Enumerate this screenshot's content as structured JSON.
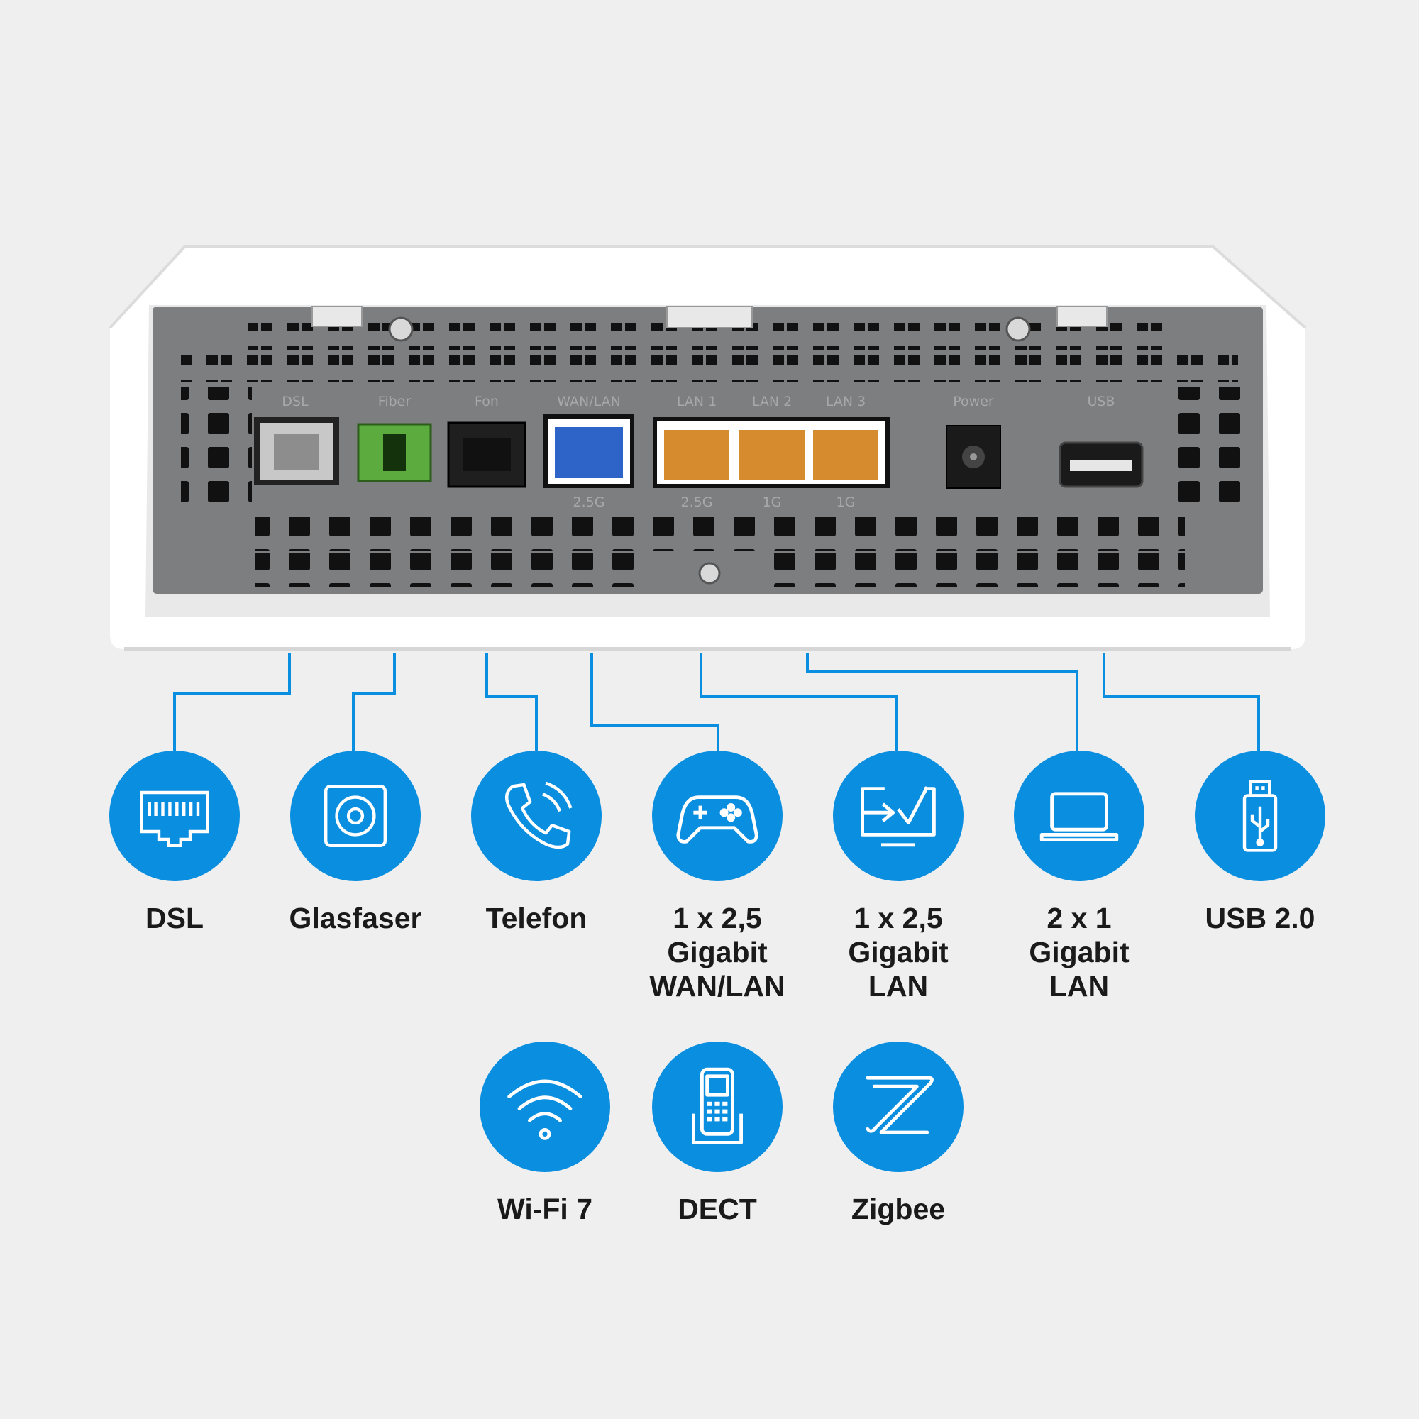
{
  "device": {
    "port_labels": [
      "DSL",
      "Fiber",
      "Fon",
      "WAN/LAN",
      "LAN 1",
      "LAN 2",
      "LAN 3",
      "Power",
      "USB"
    ],
    "speed_labels": [
      "2.5G",
      "2.5G",
      "1G",
      "1G"
    ],
    "colors": {
      "panel": "#7d7e80",
      "dsl": "#c8c8c8",
      "fiber": "#5cab3e",
      "fon": "#1f1f1f",
      "wan": "#2e63c7",
      "lan": "#d78b2f",
      "accent": "#0a8ee0"
    }
  },
  "features": [
    {
      "icon": "ethernet-port-icon",
      "label": "DSL"
    },
    {
      "icon": "fiber-socket-icon",
      "label": "Glasfaser"
    },
    {
      "icon": "phone-icon",
      "label": "Telefon"
    },
    {
      "icon": "gamepad-icon",
      "label": "1 x 2,5\nGigabit\nWAN/LAN"
    },
    {
      "icon": "monitor-checkmark-icon",
      "label": "1 x 2,5\nGigabit\nLAN"
    },
    {
      "icon": "laptop-icon",
      "label": "2 x 1\nGigabit\nLAN"
    },
    {
      "icon": "usb-stick-icon",
      "label": "USB 2.0"
    },
    {
      "icon": "wifi-icon",
      "label": "Wi-Fi 7"
    },
    {
      "icon": "dect-handset-icon",
      "label": "DECT"
    },
    {
      "icon": "zigbee-icon",
      "label": "Zigbee"
    }
  ]
}
